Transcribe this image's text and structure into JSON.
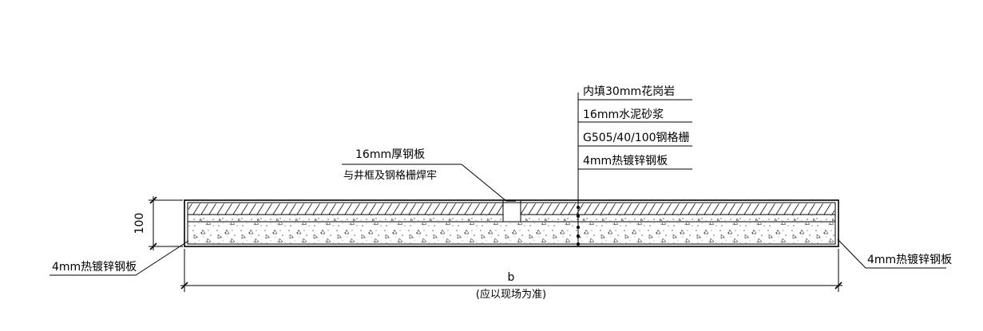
{
  "callout_layers": [
    "内填30mm花岗岩",
    "16mm水泥砂浆",
    "G505/40/100钢格栅",
    "4mm热镀锌钢板"
  ],
  "plate_note": {
    "line1": "16mm厚钢板",
    "line2": "与井框及钢格栅焊牢"
  },
  "dimension_height": "100",
  "left_label": "4mm热镀锌钢板",
  "right_label": "4mm热镀锌钢板",
  "dimension_width": {
    "symbol": "b",
    "note": "(应以现场为准)"
  }
}
